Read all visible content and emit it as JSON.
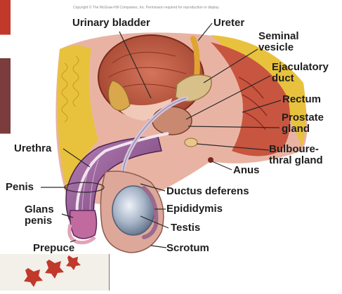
{
  "header": {
    "copyright": "Copyright © The McGraw-Hill Companies, Inc. Permission required for reproduction or display."
  },
  "labels": {
    "urinary_bladder": "Urinary bladder",
    "ureter": "Ureter",
    "seminal_vesicle": [
      "Seminal",
      "vesicle"
    ],
    "ejaculatory_duct": [
      "Ejaculatory",
      "duct"
    ],
    "rectum": "Rectum",
    "prostate_gland": [
      "Prostate",
      "gland"
    ],
    "urethra": "Urethra",
    "bulbourethral_gland": [
      "Bulboure-",
      "thral gland"
    ],
    "anus": "Anus",
    "penis": "Penis",
    "ductus_deferens": "Ductus deferens",
    "glans_penis": [
      "Glans",
      "penis"
    ],
    "epididymis": "Epididymis",
    "testis": "Testis",
    "prepuce": "Prepuce",
    "scrotum": "Scrotum"
  },
  "colors": {
    "muscle": "#c8553f",
    "muscle_dark": "#8e2a22",
    "fat": "#e8c23c",
    "penis_purple": "#8c4f8e",
    "ductus": "#d2c4dc",
    "testis": "#a6b2c4",
    "skin": "#dda89a",
    "line": "#2a2a2a"
  }
}
